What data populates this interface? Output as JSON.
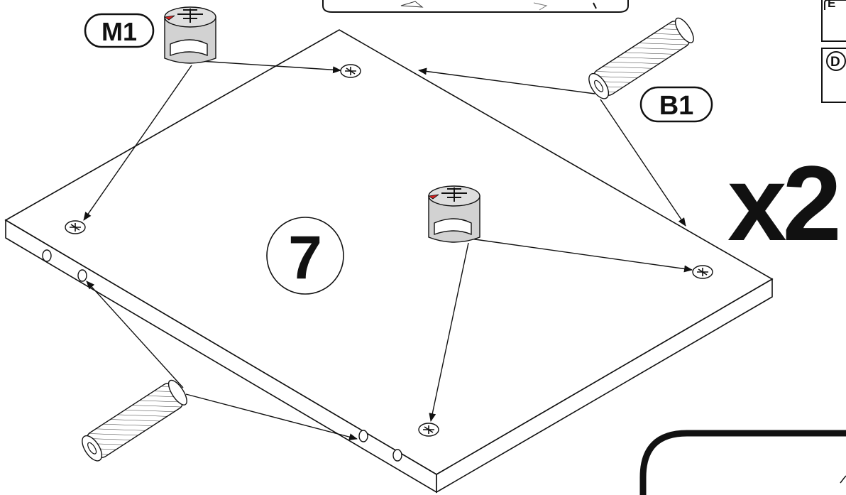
{
  "labels": {
    "cam_lock": "M1",
    "dowel": "B1",
    "panel_number": "7",
    "quantity": "x2",
    "box_e": "E",
    "box_d": "D"
  }
}
